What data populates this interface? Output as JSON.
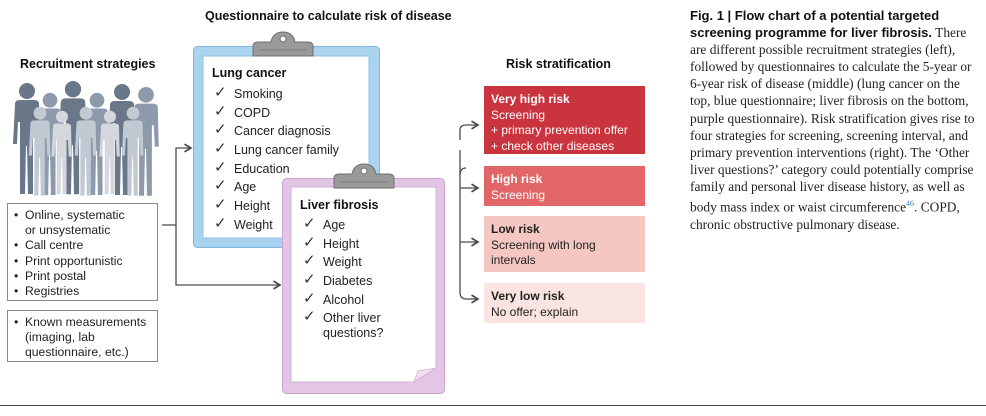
{
  "headings": {
    "recruitment": "Recruitment strategies",
    "questionnaire": "Questionnaire to calculate risk of disease",
    "risk": "Risk stratification"
  },
  "recruitment": {
    "list1": [
      "Online, systematic",
      "or unsystematic",
      "Call centre",
      "Print opportunistic",
      "Print postal",
      "Registries"
    ],
    "list2": [
      "Known measurements",
      "(imaging, lab",
      "questionnaire, etc.)"
    ]
  },
  "lung": {
    "title": "Lung cancer",
    "items": [
      "Smoking",
      "COPD",
      "Cancer diagnosis",
      "Lung cancer family",
      "Education",
      "Age",
      "Height",
      "Weight"
    ]
  },
  "liver": {
    "title": "Liver fibrosis",
    "items": [
      "Age",
      "Height",
      "Weight",
      "Diabetes",
      "Alcohol",
      "Other liver questions?"
    ]
  },
  "risk_levels": [
    {
      "title": "Very high risk",
      "lines": [
        "Screening",
        "+ primary prevention offer",
        "+ check other diseases"
      ]
    },
    {
      "title": "High risk",
      "lines": [
        "Screening"
      ]
    },
    {
      "title": "Low risk",
      "lines": [
        "Screening with long intervals"
      ]
    },
    {
      "title": "Very low risk",
      "lines": [
        "No offer; explain"
      ]
    }
  ],
  "caption": {
    "title": "Fig. 1 | Flow chart of a potential targeted screening programme for liver fibrosis.",
    "body": " There are different possible recruitment strategies (left), followed by questionnaires to calculate the 5-year or 6-year risk of disease (middle) (lung cancer on the top, blue questionnaire; liver fibrosis on the bottom, purple questionnaire). Risk stratification gives rise to four strategies for screening, screening interval, and primary prevention interventions (right). The ‘Other liver questions?’ category could potentially comprise family and personal liver disease history, as well as body mass index or waist circumference",
    "ref": "46",
    "tail": ". COPD, chronic obstructive pulmonary disease."
  },
  "colors": {
    "lung_frame": "#a9d3ef",
    "lung_frame_dark": "#7fb9e0",
    "liver_frame": "#e3c6e6",
    "liver_frame_dark": "#cba3cf",
    "clip": "#8e8e8e",
    "very_high": "#c9343f",
    "high": "#e26567",
    "low": "#f5c7c3",
    "very_low": "#fae4e1",
    "arrow": "#4a4a4a",
    "people": [
      "#6a7788",
      "#8d9aab",
      "#b4bcc8",
      "#d1d6dd"
    ]
  }
}
